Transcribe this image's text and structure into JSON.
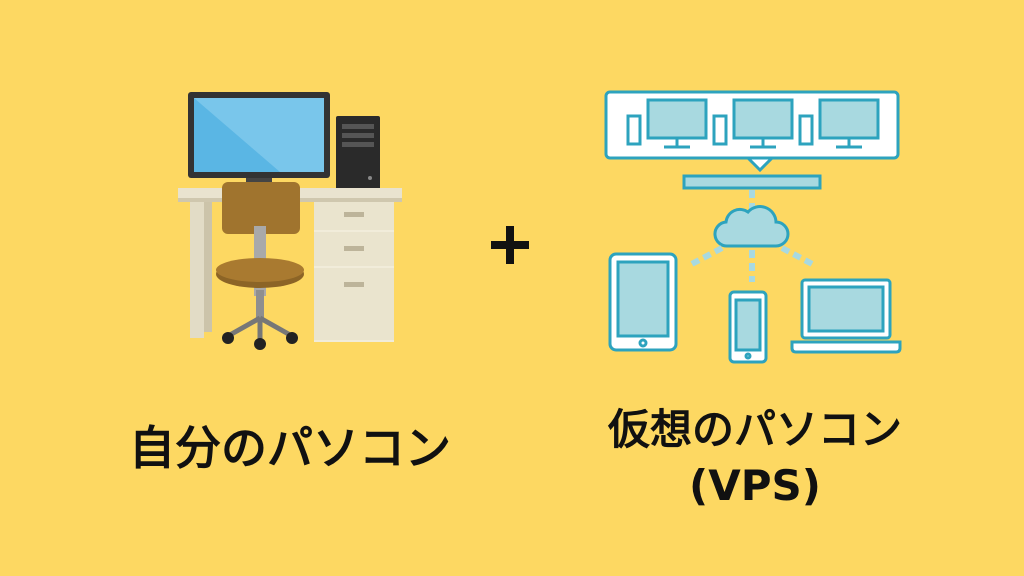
{
  "left": {
    "caption": "自分のパソコン",
    "illustration": "desk-computer-icon"
  },
  "center": {
    "operator": "+"
  },
  "right": {
    "caption_line1": "仮想のパソコン",
    "caption_line2": "(VPS)",
    "illustration": "virtual-server-network-icon"
  },
  "colors": {
    "background": "#FDD862",
    "line_art": "#2DA3BE",
    "screen_fill": "#A8D9E0",
    "text": "#111111"
  }
}
